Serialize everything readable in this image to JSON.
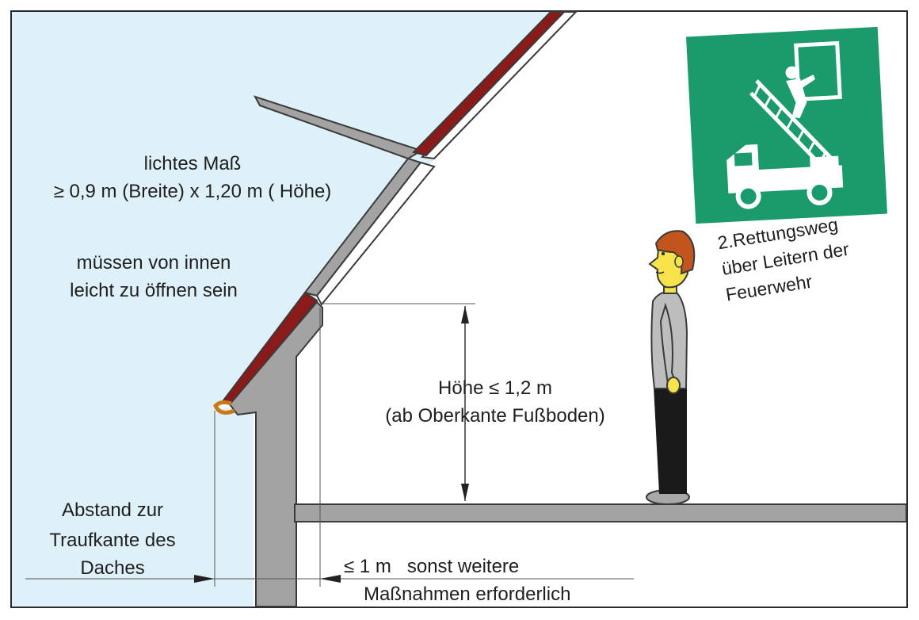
{
  "labels": {
    "clear_size_line1": "lichtes Maß",
    "clear_size_line2": "≥ 0,9 m (Breite) x 1,20 m ( Höhe)",
    "open_line1": "müssen von innen",
    "open_line2": "leicht zu öffnen sein",
    "height_line1": "Höhe ≤ 1,2 m",
    "height_line2": "(ab Oberkante Fußboden)",
    "distance_line1": "Abstand zur",
    "distance_line2": "Traufkante des",
    "distance_line3": "Daches",
    "measure_line1": "≤ 1 m   sonst weitere",
    "measure_line2": "Maßnahmen erforderlich",
    "sign_line1": "2.Rettungsweg",
    "sign_line2": "über Leitern der",
    "sign_line3": "Feuerwehr"
  },
  "colors": {
    "sky": "#dff1f8",
    "wall": "#a3a3a3",
    "wall_stroke": "#3a3a3a",
    "roof_tile": "#8b1a1a",
    "sign_green": "#1b9a6c",
    "skin": "#f6e24a",
    "hair": "#c2541d",
    "shirt": "#bdbdbd",
    "trousers": "#1a1a1a"
  },
  "icons": [
    "rescue-ladder-icon",
    "fire-truck-icon",
    "person-icon",
    "gutter-icon"
  ]
}
